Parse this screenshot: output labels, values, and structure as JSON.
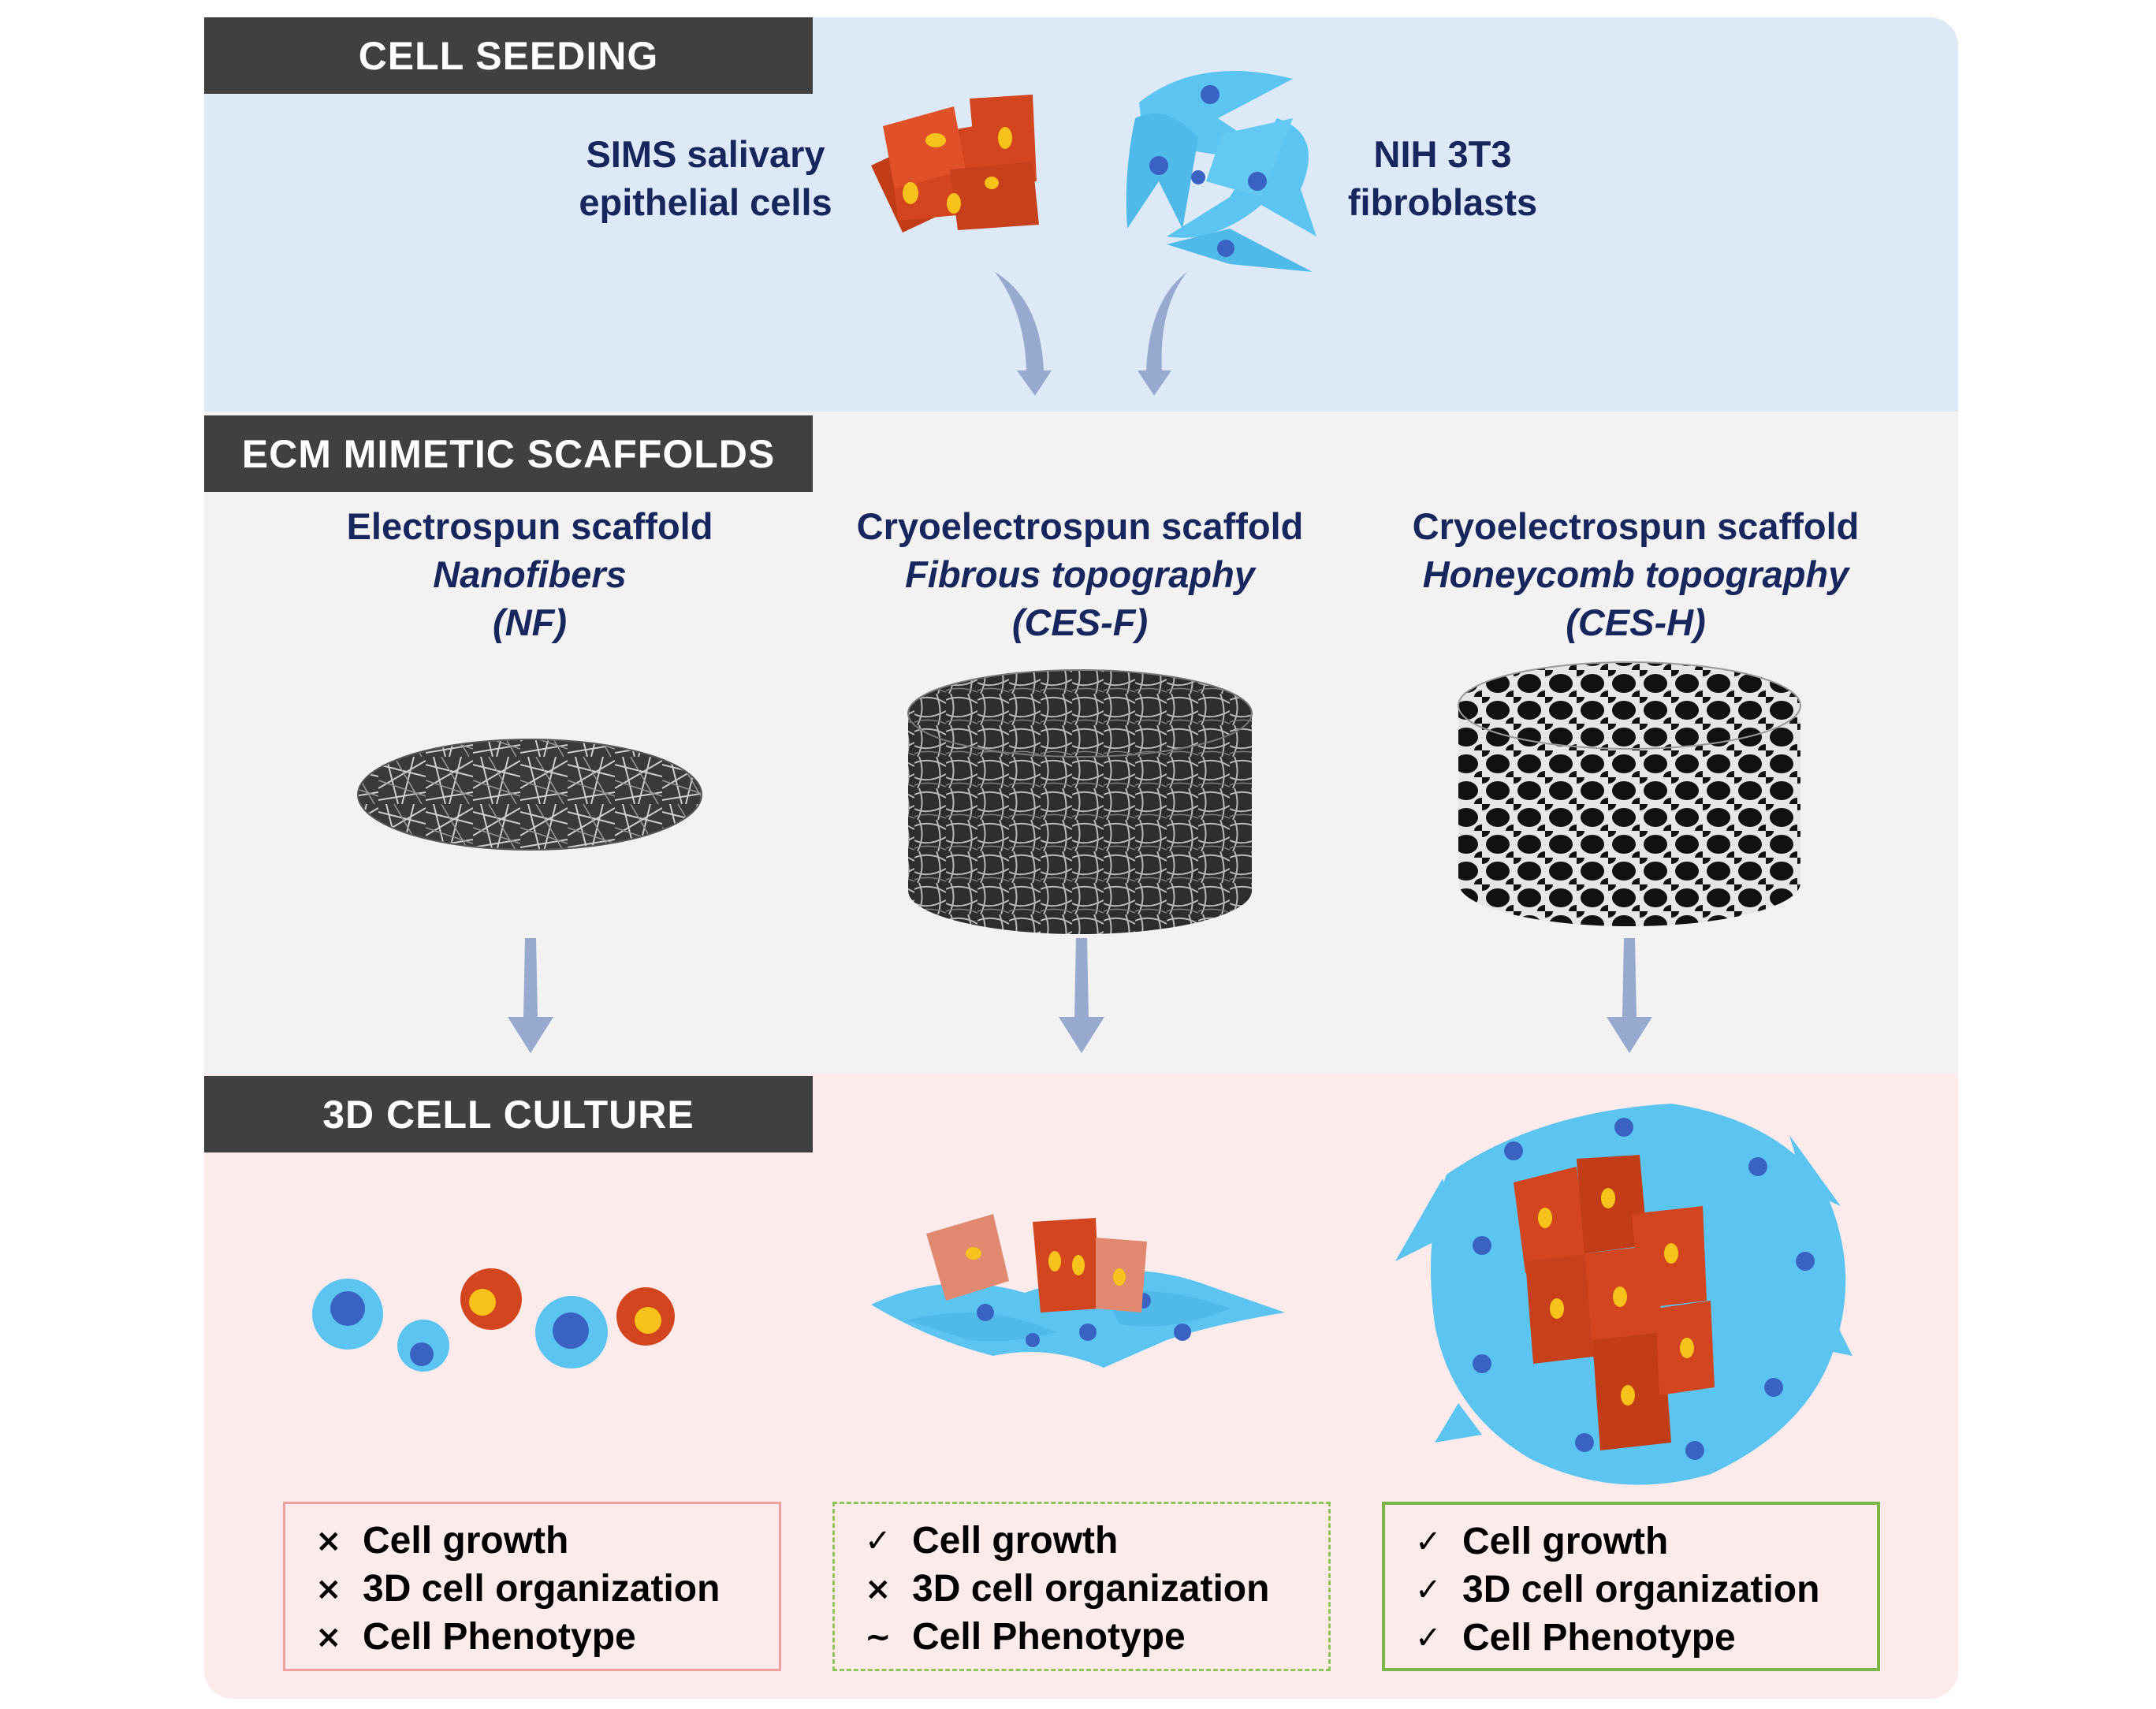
{
  "sections": {
    "seeding": {
      "title": "CELL SEEDING"
    },
    "scaffolds": {
      "title": "ECM MIMETIC SCAFFOLDS"
    },
    "culture": {
      "title": "3D CELL CULTURE"
    }
  },
  "cells": {
    "epithelial": {
      "line1": "SIMS salivary",
      "line2": "epithelial cells"
    },
    "fibroblast": {
      "line1": "NIH 3T3",
      "line2": "fibroblasts"
    }
  },
  "scaffold_types": [
    {
      "name": "Electrospun scaffold",
      "topography": "Nanofibers",
      "abbr": "(NF)"
    },
    {
      "name": "Cryoelectrospun scaffold",
      "topography": "Fibrous topography",
      "abbr": "(CES-F)"
    },
    {
      "name": "Cryoelectrospun scaffold",
      "topography": "Honeycomb topography",
      "abbr": "(CES-H)"
    }
  ],
  "outcomes": [
    {
      "items": [
        {
          "mark": "×",
          "text": "Cell growth"
        },
        {
          "mark": "×",
          "text": "3D cell organization"
        },
        {
          "mark": "×",
          "text": "Cell Phenotype"
        }
      ]
    },
    {
      "items": [
        {
          "mark": "✓",
          "text": "Cell growth"
        },
        {
          "mark": "×",
          "text": "3D cell organization"
        },
        {
          "mark": "~",
          "text": "Cell Phenotype"
        }
      ]
    },
    {
      "items": [
        {
          "mark": "✓",
          "text": "Cell growth"
        },
        {
          "mark": "✓",
          "text": "3D cell organization"
        },
        {
          "mark": "✓",
          "text": "Cell Phenotype"
        }
      ]
    }
  ],
  "colors": {
    "epithelial": "#d2451e",
    "epithelial_light": "#e08970",
    "nucleus_epi": "#f6c21b",
    "fibroblast": "#5bc4f1",
    "nucleus_fib": "#3a62c2",
    "arrow": "#97a9cf",
    "header_bg": "#404040",
    "label_text": "#17265c"
  }
}
